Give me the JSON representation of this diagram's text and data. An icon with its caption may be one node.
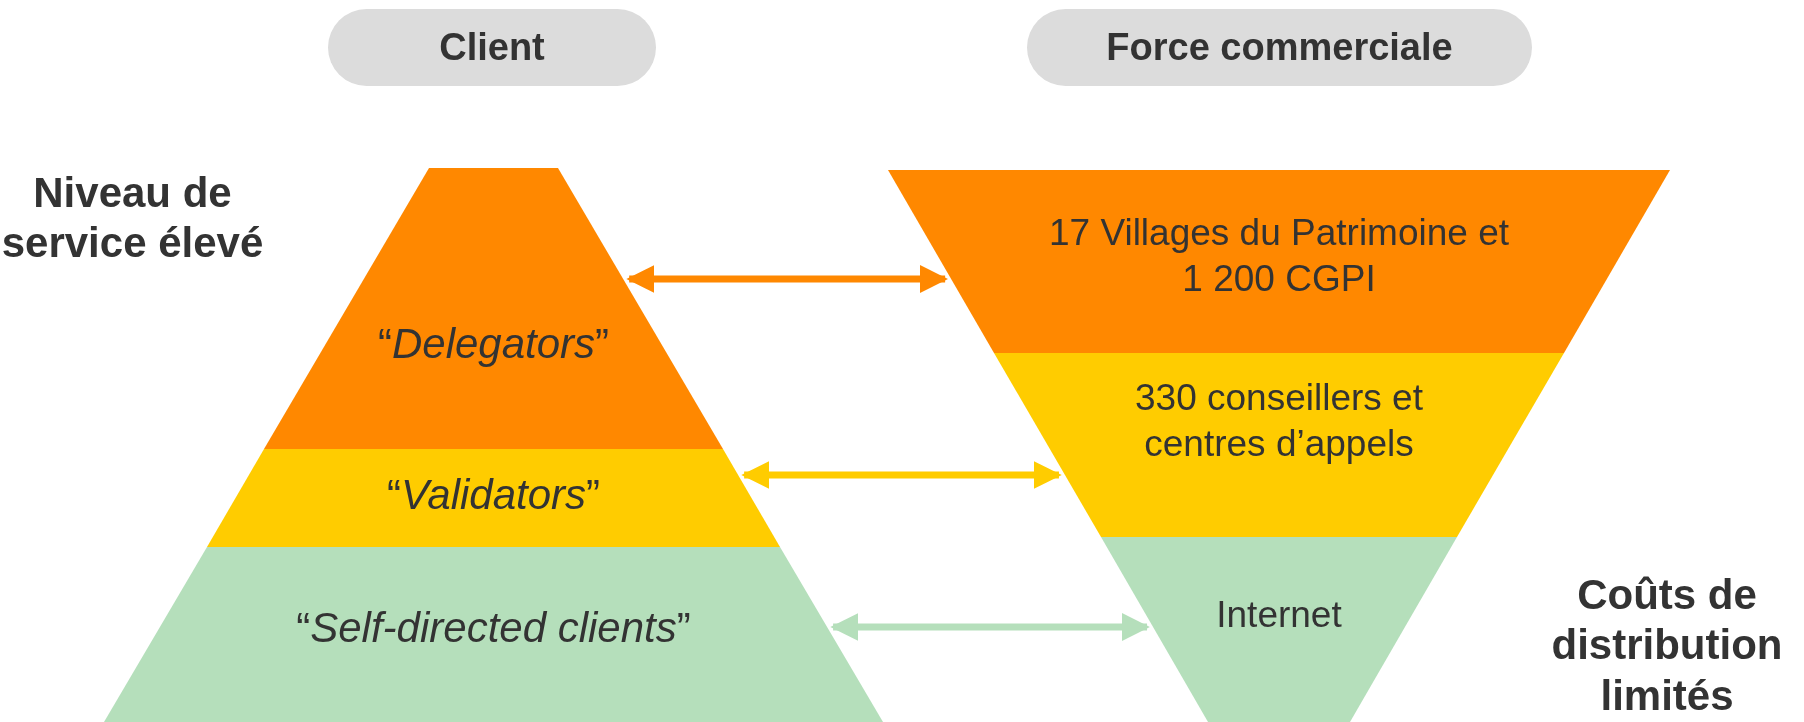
{
  "diagram": {
    "nodes": [
      {
        "text": [
          "Client"
        ]
      },
      {
        "text": [
          "Force commerciale"
        ]
      },
      {
        "text": [
          "“*Delegators*”"
        ]
      },
      {
        "text": [
          "“*Validators*”"
        ]
      },
      {
        "text": [
          "“*Self-directed clients*”"
        ]
      },
      {
        "text": [
          "17 Villages du Patrimoine et 1 200 CGPI"
        ]
      },
      {
        "text": [
          "330 conseillers et centres d’appels"
        ]
      },
      {
        "text": [
          "Internet"
        ]
      }
    ],
    "edges": [
      {
        "from": 2,
        "to": 5,
        "arrow": "both",
        "color": "#ff8800"
      },
      {
        "from": 3,
        "to": 6,
        "arrow": "both",
        "color": "#ffcc00"
      },
      {
        "from": 4,
        "to": 7,
        "arrow": "both",
        "color": "#b5dfbb"
      }
    ],
    "labels": [
      "Niveau de service élevé",
      "Coûts de distribution limités"
    ]
  }
}
